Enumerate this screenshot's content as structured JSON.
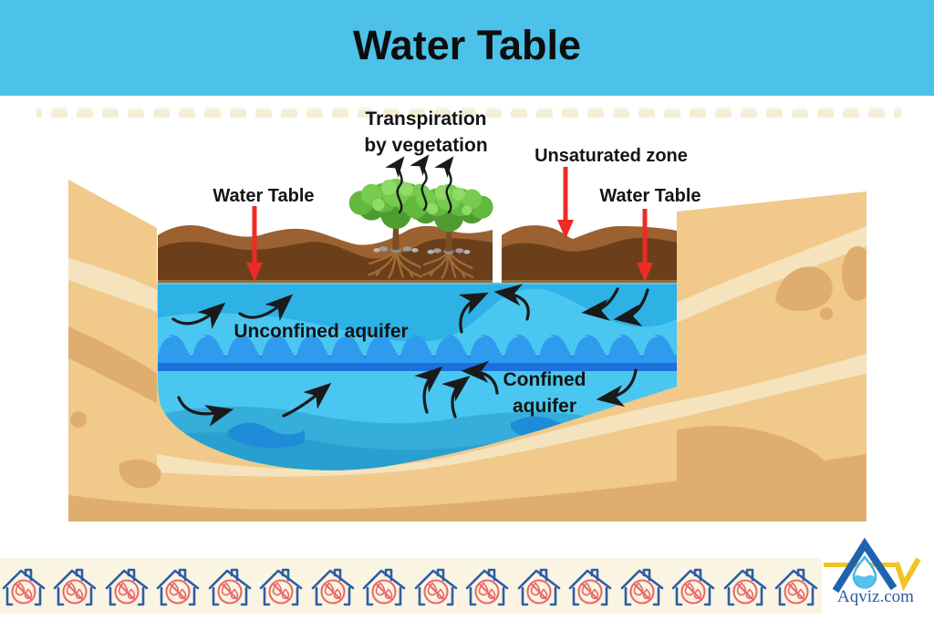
{
  "title": "Water Table",
  "labels": {
    "transpiration": [
      "Transpiration",
      "by vegetation"
    ],
    "unsaturated_zone": "Unsaturated zone",
    "water_table_left": "Water Table",
    "water_table_right": "Water Table",
    "unconfined_aquifer": "Unconfined aquifer",
    "confined_aquifer": [
      "Confined",
      "aquifer"
    ]
  },
  "footer": {
    "brand": "Aqviz.com",
    "watermark_icon": "house-water-restriction-icon"
  },
  "colors": {
    "banner": "#4CC1E9",
    "sand": "#F0C98B",
    "sand_light": "#F5E3BE",
    "sand_dark": "#DFAE6E",
    "soil": "#6C3F1B",
    "soil_light": "#9C6130",
    "water": "#4AC7F0",
    "water_band": "#2EB2E5",
    "wave_crest": "#2E9BEF",
    "wave_strip": "#1C70DC",
    "wave_mid": "#35AEDB",
    "wave_deep": "#27A0CF",
    "wave_dark": "#1E8CD8",
    "arrow_red": "#EF2B24",
    "arrow_black": "#1a1a1a",
    "foliage": "#63B83E",
    "trunk": "#7A4E26",
    "cream": "#FAF5E2",
    "house_blue": "#2E5DA6",
    "house_red": "#E86A6A",
    "logo_blue": "#1E63B0",
    "logo_yellow": "#F3C421",
    "logo_drop": "#49B5E8"
  }
}
